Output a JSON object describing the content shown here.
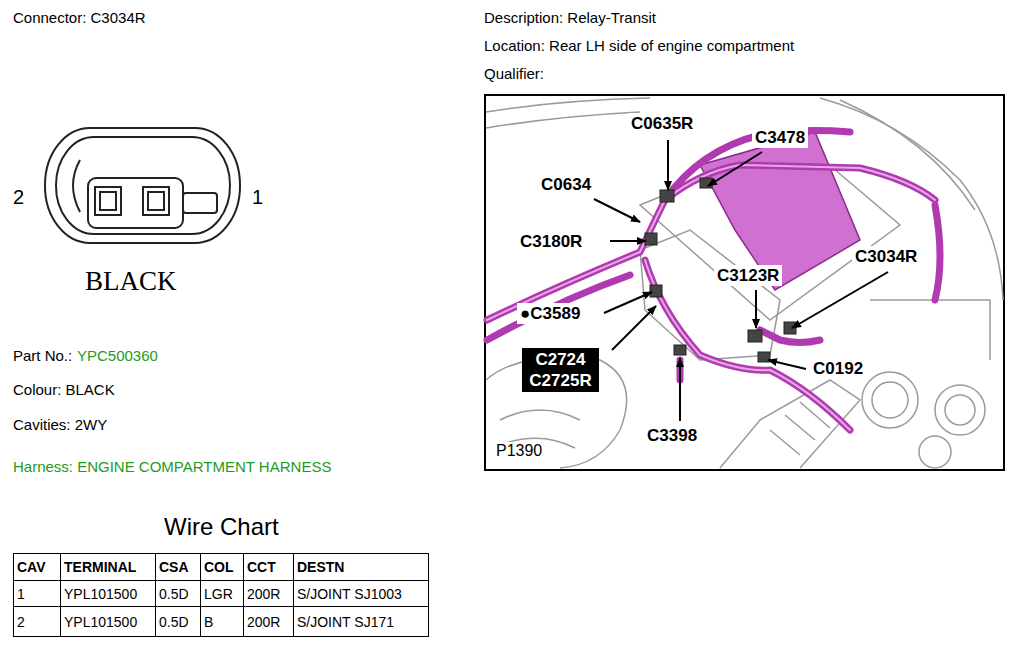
{
  "diagram": {
    "title": "Connector: C3034R",
    "nodes": [
      {
        "text": [
          "C2724",
          "C2725R"
        ]
      }
    ],
    "labels": [
      "Description: Relay-Transit",
      "Location: Rear LH side of engine compartment",
      "Qualifier:",
      "2",
      "1",
      "BLACK",
      "Part No.:",
      "YPC500360",
      "Colour: BLACK",
      "Cavities: 2WY",
      "Harness: ENGINE COMPARTMENT HARNESS",
      "Wire Chart",
      "CAV",
      "TERMINAL",
      "CSA",
      "COL",
      "CCT",
      "DESTN",
      "1",
      "YPL101500",
      "0.5D",
      "LGR",
      "200R",
      "S/JOINT SJ1003",
      "2",
      "YPL101500",
      "0.5D",
      "B",
      "200R",
      "S/JOINT SJ171",
      "C0635R",
      "C3478",
      "C0634",
      "C3180R",
      "C3034R",
      "C3123R",
      "●C3589",
      "C0192",
      "C3398",
      "P1390"
    ]
  }
}
